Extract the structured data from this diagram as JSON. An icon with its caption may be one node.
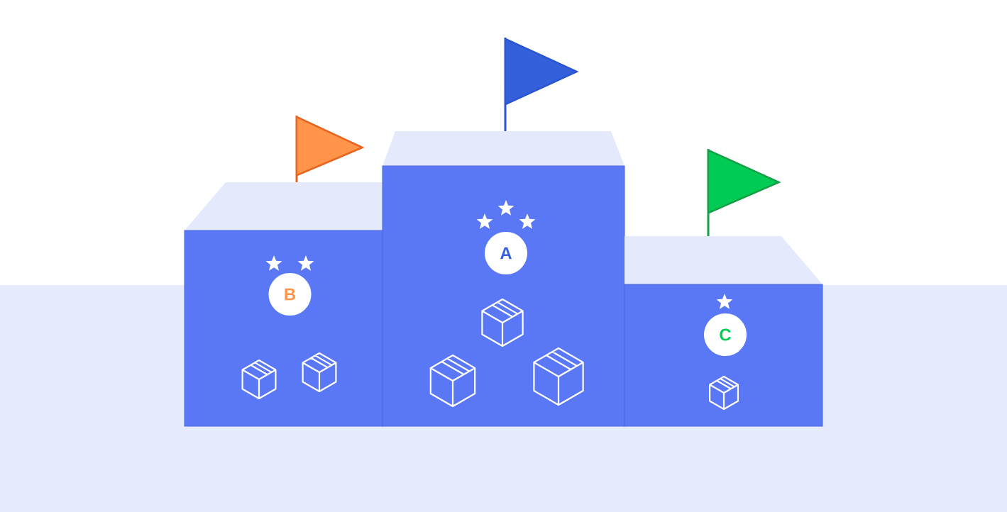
{
  "diagram": {
    "nodes": [
      {
        "text": [],
        "shape": "box"
      },
      {
        "text": [
          "B"
        ],
        "in": 0
      },
      {
        "text": [],
        "shape": "box"
      },
      {
        "text": [
          "A"
        ],
        "in": 2
      },
      {
        "text": [],
        "shape": "box"
      },
      {
        "text": [
          "C"
        ],
        "in": 4
      }
    ]
  }
}
